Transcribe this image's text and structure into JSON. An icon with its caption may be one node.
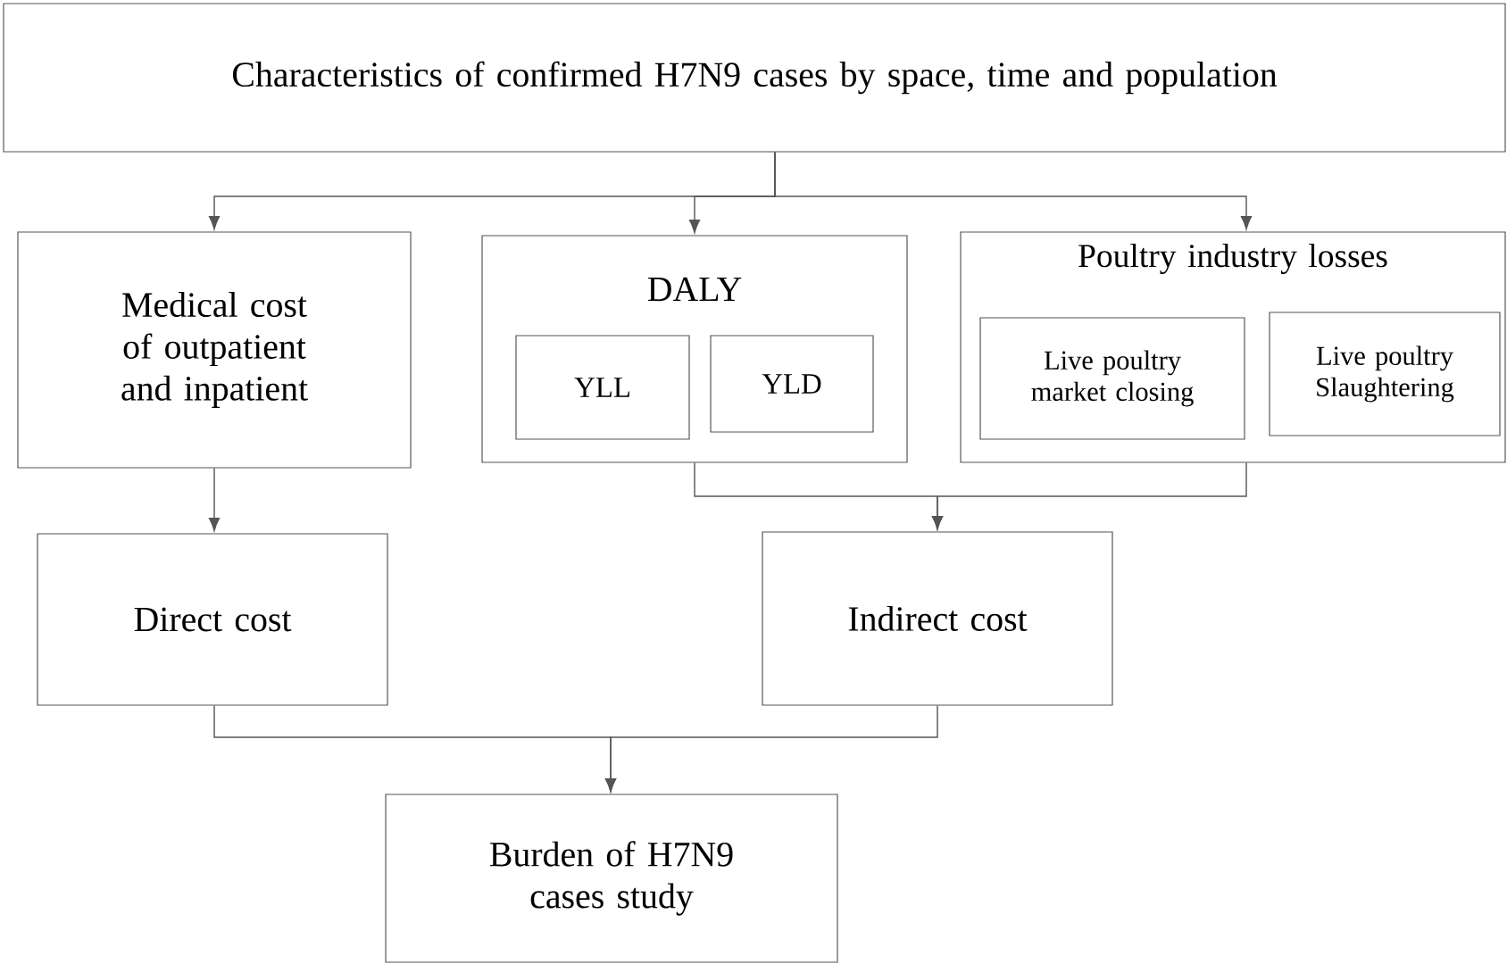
{
  "diagram": {
    "nodes": [
      {
        "text": [
          "Characteristics of confirmed H7N9 cases by space, time and population"
        ]
      },
      {
        "text": [
          "Medical cost of outpatient and inpatient"
        ]
      },
      {
        "text": [
          "DALY"
        ]
      },
      {
        "text": [
          "YLL"
        ],
        "in": 2
      },
      {
        "text": [
          "YLD"
        ],
        "in": 2
      },
      {
        "text": [
          "Poultry industry losses"
        ]
      },
      {
        "text": [
          "Live poultry market closing"
        ],
        "in": 5
      },
      {
        "text": [
          "Live poultry Slaughtering"
        ],
        "in": 5
      },
      {
        "text": [
          "Direct cost"
        ]
      },
      {
        "text": [
          "Indirect cost"
        ]
      },
      {
        "text": [
          "Burden of H7N9 cases study"
        ]
      }
    ],
    "edges": [
      {
        "from": 0,
        "to": 1,
        "arrow": "to"
      },
      {
        "from": 0,
        "to": 2,
        "arrow": "to"
      },
      {
        "from": 0,
        "to": 5,
        "arrow": "to"
      },
      {
        "from": 1,
        "to": 8,
        "arrow": "to"
      },
      {
        "from": 2,
        "to": 9,
        "arrow": "to"
      },
      {
        "from": 5,
        "to": 9,
        "arrow": "to"
      },
      {
        "from": 8,
        "to": 10,
        "arrow": "to"
      },
      {
        "from": 9,
        "to": 10,
        "arrow": "to"
      }
    ]
  }
}
